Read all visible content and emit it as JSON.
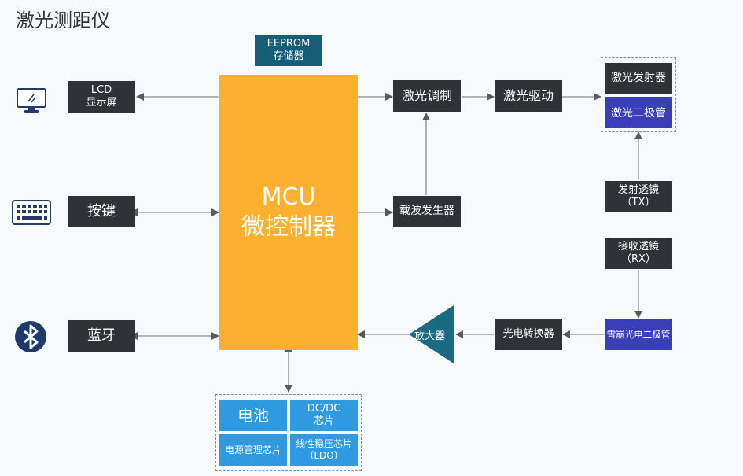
{
  "title": "激光测距仪",
  "eeprom": {
    "line1": "EEPROM",
    "line2": "存储器"
  },
  "mcu": {
    "line1": "MCU",
    "line2": "微控制器"
  },
  "lcd": {
    "line1": "LCD",
    "line2": "显示屏"
  },
  "keys": "按键",
  "bluetooth": "蓝牙",
  "modulation": "激光调制",
  "driver": "激光驱动",
  "emitter": "激光发射器",
  "laser_diode": "激光二极管",
  "tx_lens": {
    "line1": "发射透镜",
    "line2": "（TX）"
  },
  "rx_lens": {
    "line1": "接收透镜",
    "line2": "（RX）"
  },
  "carrier": "载波发生器",
  "apd": "雪崩光电二极管",
  "converter": "光电转换器",
  "amplifier": "放大器",
  "power": {
    "battery": "电池",
    "dcdc": {
      "line1": "DC/DC",
      "line2": "芯片"
    },
    "pmic": "电源管理芯片",
    "ldo": {
      "line1": "线性稳压芯片",
      "line2": "（LDO）"
    }
  },
  "icons": [
    "monitor-icon",
    "keyboard-icon",
    "bluetooth-icon"
  ],
  "colors": {
    "mcu": "#fbb12f",
    "block": "#2f3236",
    "laser": "#3a3fb8",
    "power": "#2f9ae0",
    "eeprom": "#165d78",
    "amp": "#1a6b82"
  }
}
